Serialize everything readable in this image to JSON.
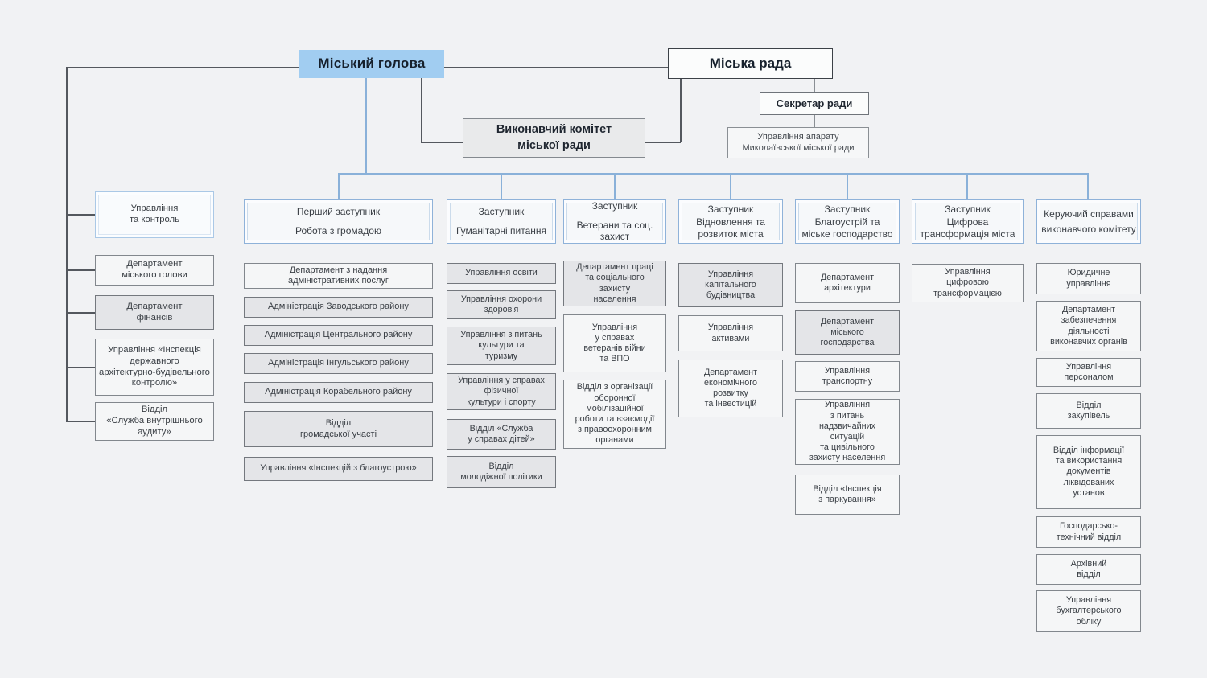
{
  "palette": {
    "background": "#f1f2f4",
    "mayor_fill": "#a1cdf1",
    "blue_line": "#8ab1d9",
    "dark_line": "#54585e",
    "blue_border": "#8fb2d9",
    "node_gray_fill": "#e4e5e8",
    "node_light_fill": "#f5f6f7"
  },
  "top": {
    "mayor": "Міський голова",
    "council": "Міська рада",
    "secretary": "Секретар ради",
    "apparatus": "Управління апарату\nМиколаївської міської ради",
    "executive_committee": "Виконавчий комітет\nміської ради"
  },
  "mayor_office": {
    "items": [
      "Управління\nта контроль",
      "Департамент\nміського голови",
      "Департамент\nфінансів",
      "Управління «Інспекція\nдержавного\nархітектурно-будівельного\nконтролю»",
      "Відділ\n«Служба внутрішнього\nаудиту»"
    ]
  },
  "columns": [
    {
      "head": {
        "title": "Перший заступник",
        "subtitle": "Робота з громадою"
      },
      "items": [
        "Департамент з надання\nадміністративних послуг",
        "Адміністрація Заводського району",
        "Адміністрація Центрального району",
        "Адміністрація Інгульського району",
        "Адміністрація Корабельного району",
        "Відділ\nгромадської участі",
        "Управління «Інспекцій з благоустрою»"
      ]
    },
    {
      "head": {
        "title": "Заступник",
        "subtitle": "Гуманітарні питання"
      },
      "items": [
        "Управління освіти",
        "Управління охорони\nздоров'я",
        "Управління з питань\nкультури та\nтуризму",
        "Управління у справах\nфізичної\nкультури і спорту",
        "Відділ «Служба\nу справах дітей»",
        "Відділ\nмолодіжної політики"
      ]
    },
    {
      "head": {
        "title": "Заступник",
        "subtitle": "Ветерани та соц. захист"
      },
      "items": [
        "Департамент праці\nта соціального\nзахисту\nнаселення",
        "Управління\nу справах\nветеранів війни\nта ВПО",
        "Відділ з організації\nоборонної\nмобілізаційної\nроботи та взаємодії\nз правоохоронним\nорганами"
      ]
    },
    {
      "head": {
        "title": "Заступник",
        "subtitle": "Відновлення та\nрозвиток міста"
      },
      "items": [
        "Управління\nкапітального\nбудівництва",
        "Управління\nактивами",
        "Департамент\nекономічного\nрозвитку\nта інвестицій"
      ]
    },
    {
      "head": {
        "title": "Заступник",
        "subtitle": "Благоустрій та\nміське господарство"
      },
      "items": [
        "Департамент\nархітектури",
        "Департамент\nміського\nгосподарства",
        "Управління\nтранспортну",
        "Управління\nз питань\nнадзвичайних\nситуацій\nта цивільного\nзахисту населення",
        "Відділ «Інспекція\nз паркування»"
      ]
    },
    {
      "head": {
        "title": "Заступник",
        "subtitle": "Цифрова\nтрансформація міста"
      },
      "items": [
        "Управління\nцифровою\nтрансформацією"
      ]
    },
    {
      "head": {
        "title": "Керуючий справами",
        "subtitle": "виконавчого комітету"
      },
      "items": [
        "Юридичне\nуправління",
        "Департамент\nзабезпечення\nдіяльності\nвиконавчих органів",
        "Управління\nперсоналом",
        "Відділ\nзакупівель",
        "Відділ інформації\nта використання\nдокументів\nліквідованих\nустанов",
        "Господарсько-\nтехнічний відділ",
        "Архівний\nвідділ",
        "Управління\nбухгалтерського\nобліку"
      ]
    }
  ]
}
